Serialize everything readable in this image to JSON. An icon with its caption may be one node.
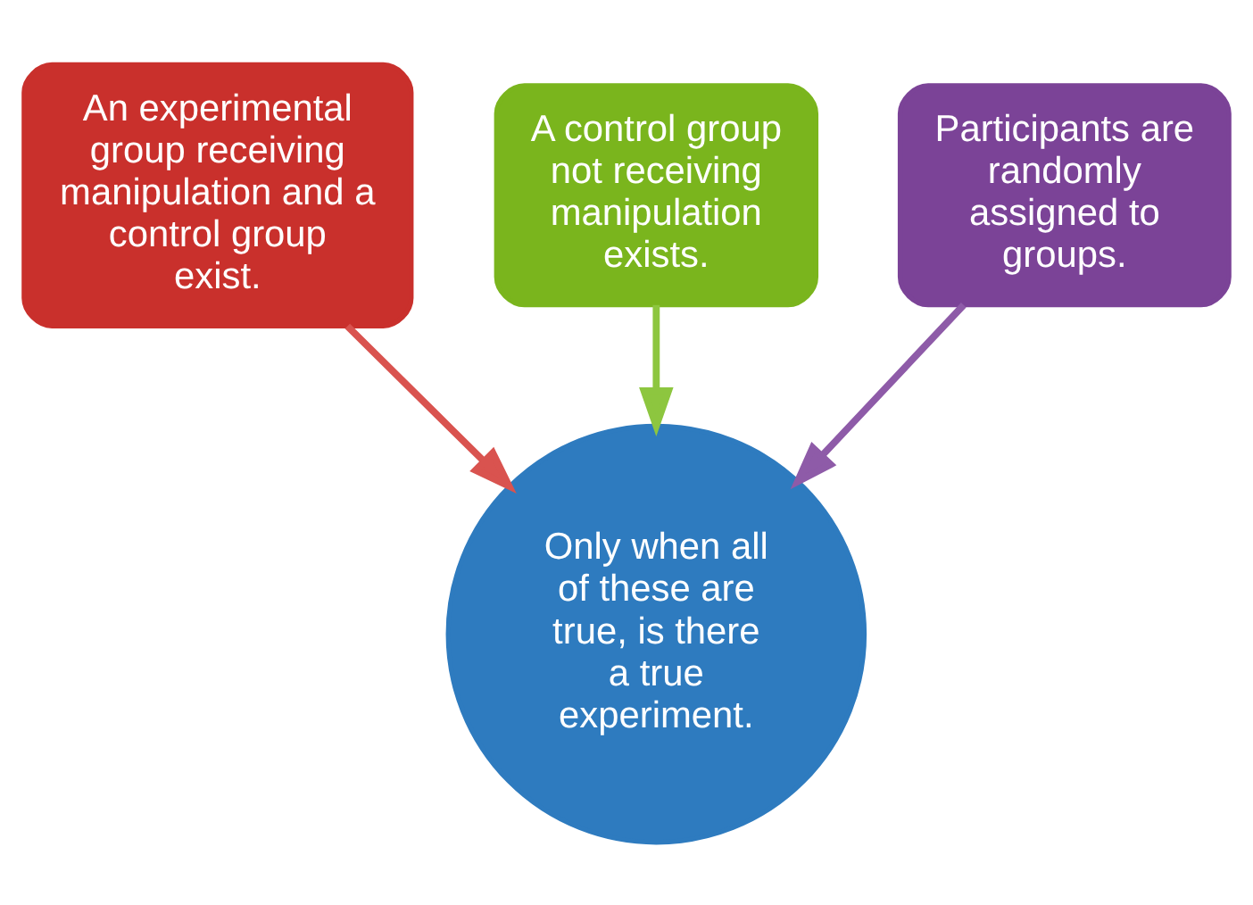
{
  "diagram": {
    "nodes": [
      {
        "text": [
          "An experimental group receiving manipulation and a control group exist."
        ]
      },
      {
        "text": [
          "A control group not receiving manipulation exists."
        ]
      },
      {
        "text": [
          "Participants are randomly assigned to groups."
        ]
      },
      {
        "text": [
          "Only when all of these are true, is there a true experiment."
        ]
      }
    ],
    "edges": [
      {
        "from": 0,
        "to": 3,
        "arrow": "to",
        "color": "#d9534f"
      },
      {
        "from": 1,
        "to": 3,
        "arrow": "to",
        "color": "#8dc63f"
      },
      {
        "from": 2,
        "to": 3,
        "arrow": "to",
        "color": "#8e5ba8"
      }
    ]
  }
}
